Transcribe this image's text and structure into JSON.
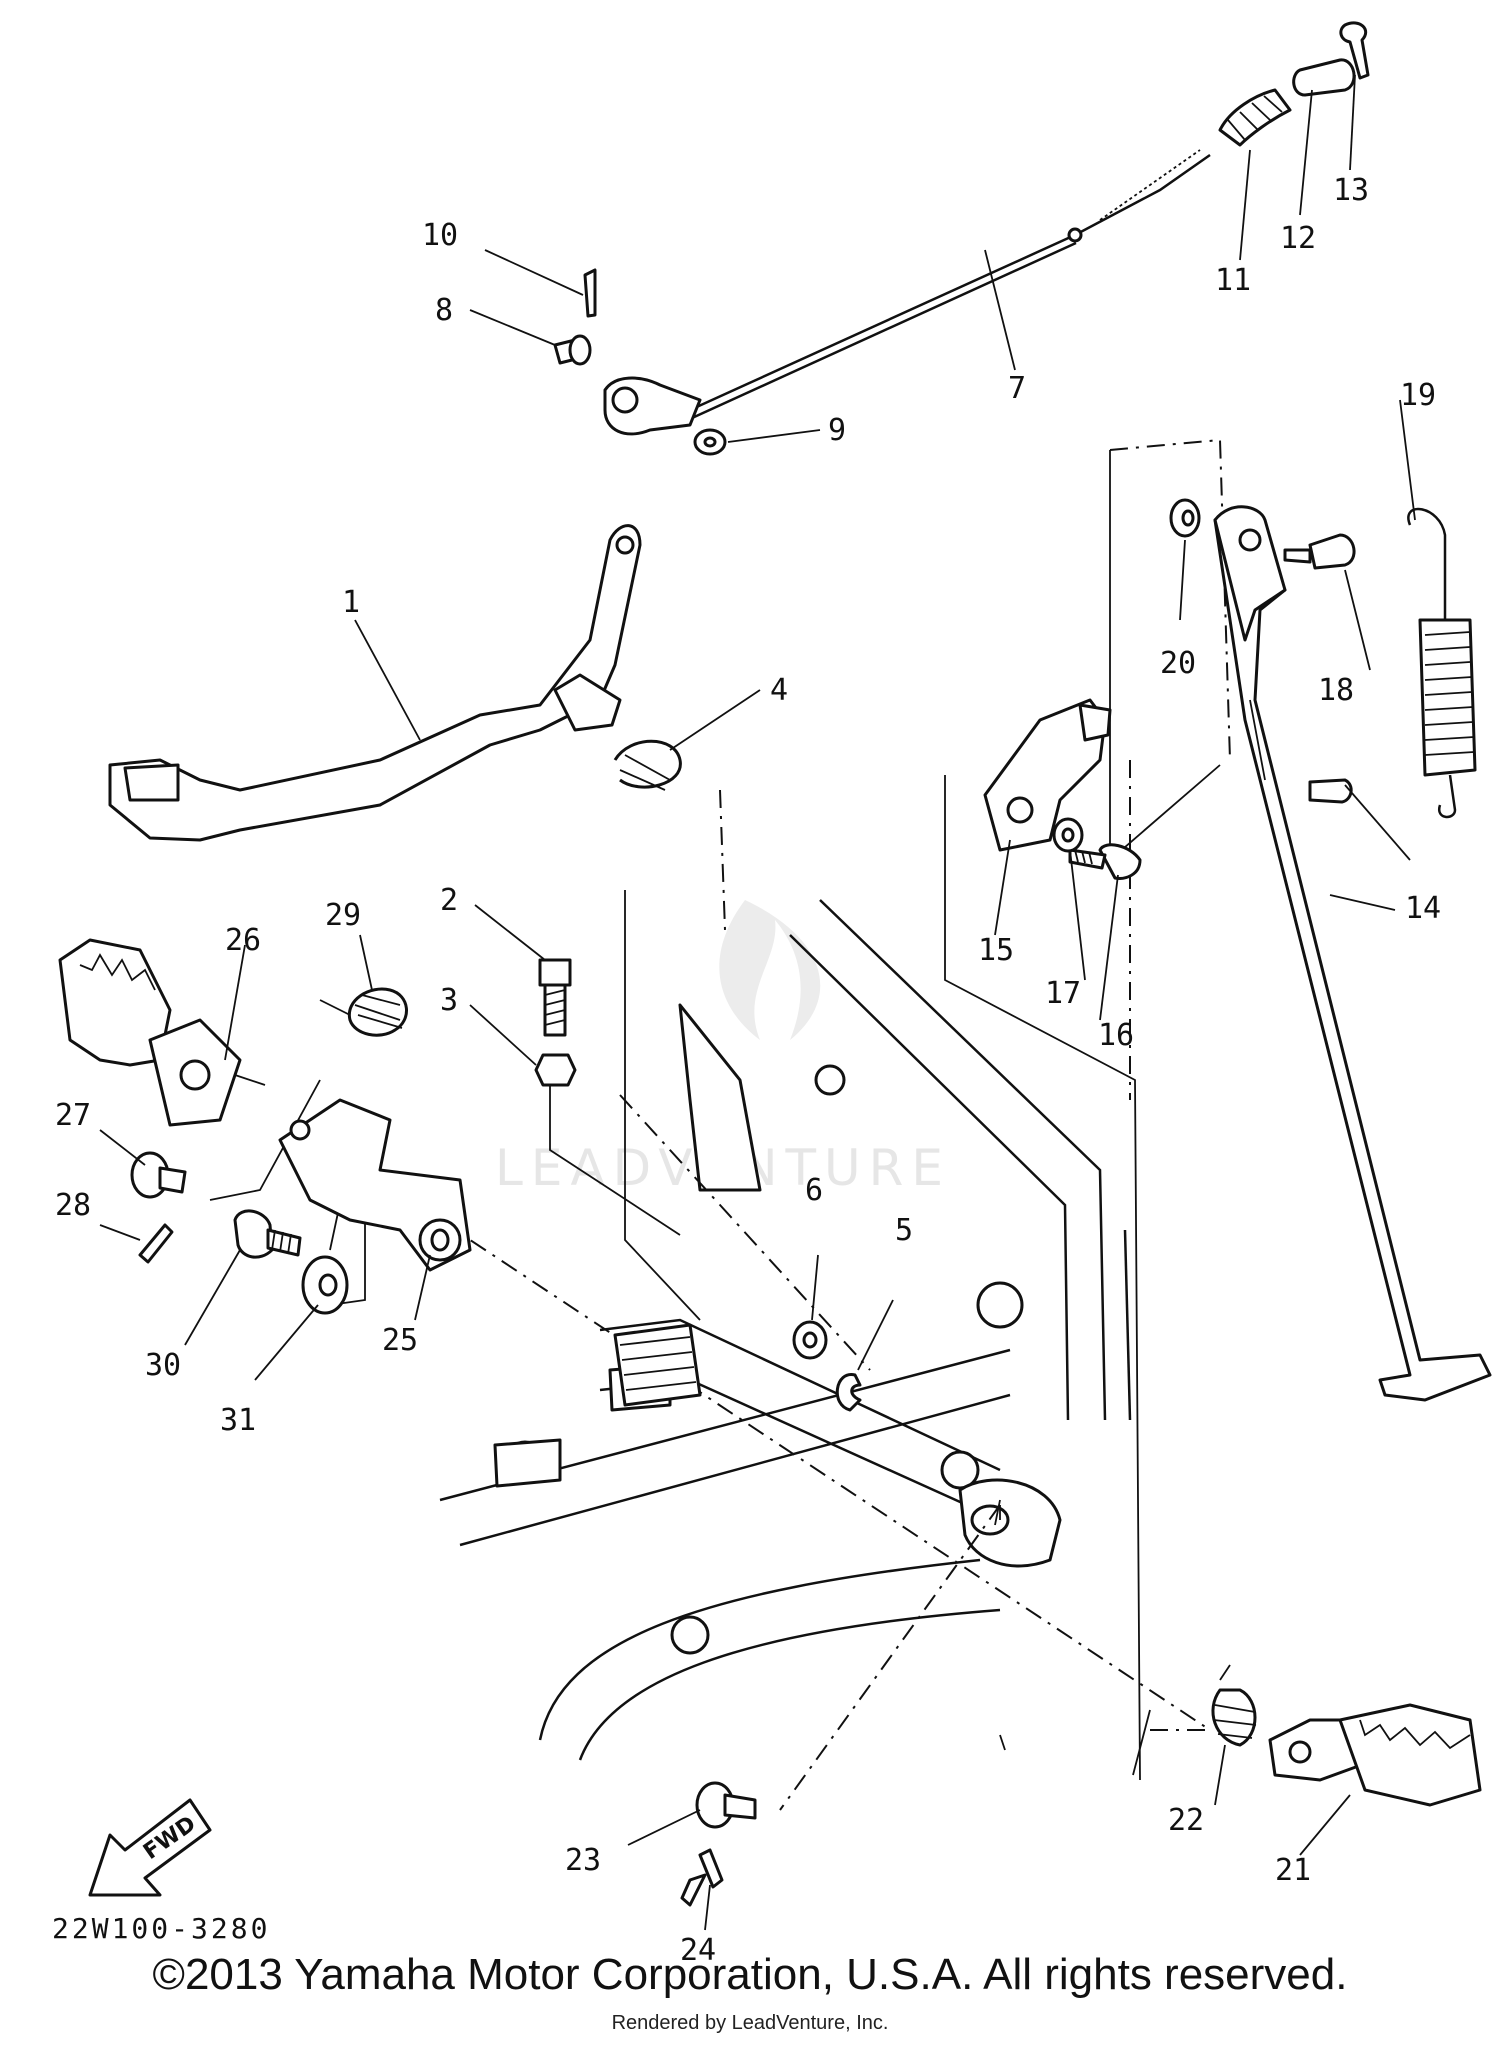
{
  "diagram": {
    "callouts": [
      "1",
      "2",
      "3",
      "4",
      "5",
      "6",
      "7",
      "8",
      "9",
      "10",
      "11",
      "12",
      "13",
      "14",
      "15",
      "16",
      "17",
      "18",
      "19",
      "20",
      "21",
      "22",
      "23",
      "24",
      "25",
      "26",
      "27",
      "28",
      "29",
      "30",
      "31"
    ],
    "fwd_arrow_label": "FWD",
    "watermark": "LEADVENTURE",
    "drawing_code": "22W100-3280"
  },
  "footer": {
    "copyright": "©2013 Yamaha Motor Corporation, U.S.A. All rights reserved.",
    "rendered_by": "Rendered by LeadVenture, Inc."
  }
}
